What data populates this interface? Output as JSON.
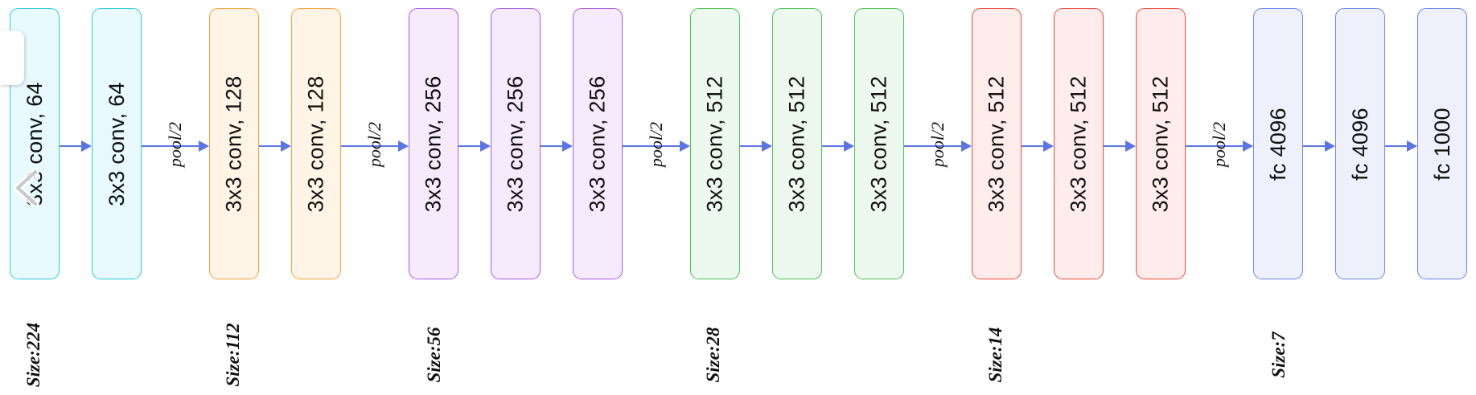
{
  "diagram": {
    "layers": [
      {
        "label": "3x3 conv, 64",
        "stroke": "#2ec8e0",
        "fill": "#e8fafd"
      },
      {
        "label": "3x3 conv, 64",
        "stroke": "#2ec8e0",
        "fill": "#e8fafd"
      },
      {
        "label": "3x3 conv, 128",
        "stroke": "#f5a13a",
        "fill": "#fff4e6"
      },
      {
        "label": "3x3 conv, 128",
        "stroke": "#f5a13a",
        "fill": "#fff4e6"
      },
      {
        "label": "3x3 conv, 256",
        "stroke": "#a659e6",
        "fill": "#f6ebfd"
      },
      {
        "label": "3x3 conv, 256",
        "stroke": "#a659e6",
        "fill": "#f6ebfd"
      },
      {
        "label": "3x3 conv, 256",
        "stroke": "#a659e6",
        "fill": "#f6ebfd"
      },
      {
        "label": "3x3 conv, 512",
        "stroke": "#4cbf55",
        "fill": "#edf8ee"
      },
      {
        "label": "3x3 conv, 512",
        "stroke": "#4cbf55",
        "fill": "#edf8ee"
      },
      {
        "label": "3x3 conv, 512",
        "stroke": "#4cbf55",
        "fill": "#edf8ee"
      },
      {
        "label": "3x3 conv, 512",
        "stroke": "#ee4a3c",
        "fill": "#ffeceb"
      },
      {
        "label": "3x3 conv, 512",
        "stroke": "#ee4a3c",
        "fill": "#ffeceb"
      },
      {
        "label": "3x3 conv, 512",
        "stroke": "#ee4a3c",
        "fill": "#ffeceb"
      },
      {
        "label": "fc 4096",
        "stroke": "#6a80e8",
        "fill": "#eef0fc"
      },
      {
        "label": "fc 4096",
        "stroke": "#6a80e8",
        "fill": "#eef0fc"
      },
      {
        "label": "fc 1000",
        "stroke": "#6a80e8",
        "fill": "#eef0fc"
      }
    ],
    "pool_label": "pool/2",
    "sizes": [
      "Size:224",
      "Size:112",
      "Size:56",
      "Size:28",
      "Size:14",
      "Size:7"
    ],
    "arrow_color": "#5b74e6",
    "icons": {
      "edge_tab": "side-panel-tab-icon",
      "back": "chevron-left-icon"
    }
  }
}
